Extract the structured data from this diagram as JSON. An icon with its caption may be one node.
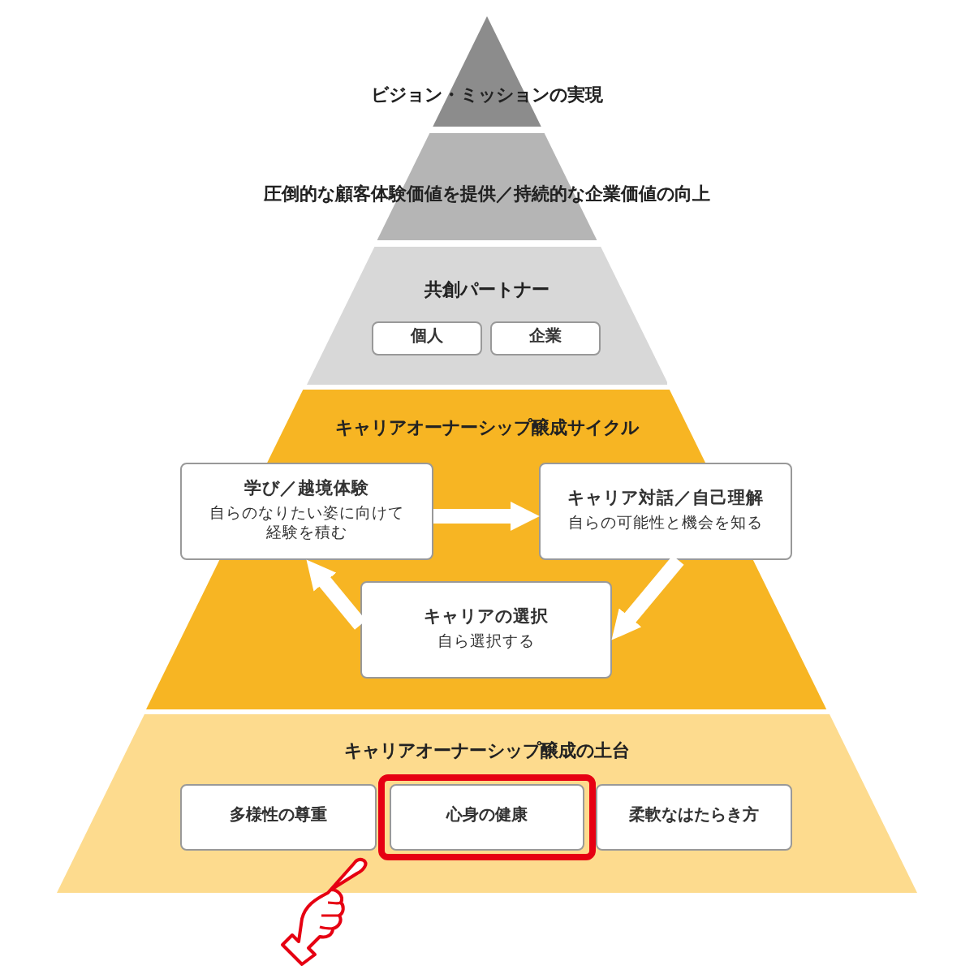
{
  "diagram": {
    "nodes": [
      {
        "text": [
          "ビジョン・ミッションの実現"
        ]
      },
      {
        "text": [
          "圧倒的な顧客体験価値を提供／持続的な企業価値の向上"
        ]
      },
      {
        "text": [
          "共創パートナー"
        ]
      },
      {
        "text": [
          "個人"
        ],
        "in": 2
      },
      {
        "text": [
          "企業"
        ],
        "in": 2
      },
      {
        "text": [
          "キャリアオーナーシップ醸成サイクル"
        ]
      },
      {
        "text": [
          "学び／越境体験",
          "自らのなりたい姿に向けて経験を積む"
        ],
        "in": 5
      },
      {
        "text": [
          "キャリア対話／自己理解",
          "自らの可能性と機会を知る"
        ],
        "in": 5
      },
      {
        "text": [
          "キャリアの選択",
          "自ら選択する"
        ],
        "in": 5
      },
      {
        "text": [
          "キャリアオーナーシップ醸成の土台"
        ]
      },
      {
        "text": [
          "多様性の尊重"
        ],
        "in": 9
      },
      {
        "text": [
          "心身の健康"
        ],
        "in": 9
      },
      {
        "text": [
          "柔軟なはたらき方"
        ],
        "in": 9
      }
    ],
    "edges": [
      {
        "from": 6,
        "to": 7,
        "arrow": "to"
      },
      {
        "from": 7,
        "to": 8,
        "arrow": "to"
      },
      {
        "from": 8,
        "to": 6,
        "arrow": "to"
      }
    ]
  }
}
